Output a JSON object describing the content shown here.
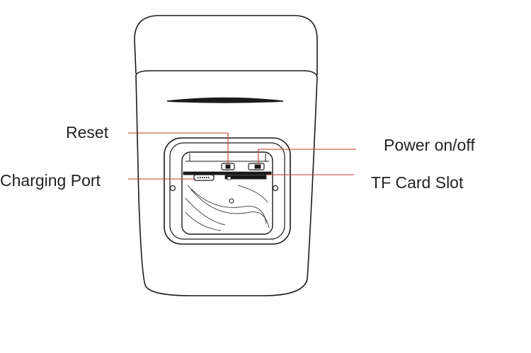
{
  "labels": {
    "reset": "Reset",
    "power": "Power on/off",
    "charging": "Charging Port",
    "tf_card": "TF Card Slot"
  },
  "colors": {
    "outline": "#1a1a1a",
    "callout_line": "#c0392b",
    "background": "#ffffff"
  }
}
